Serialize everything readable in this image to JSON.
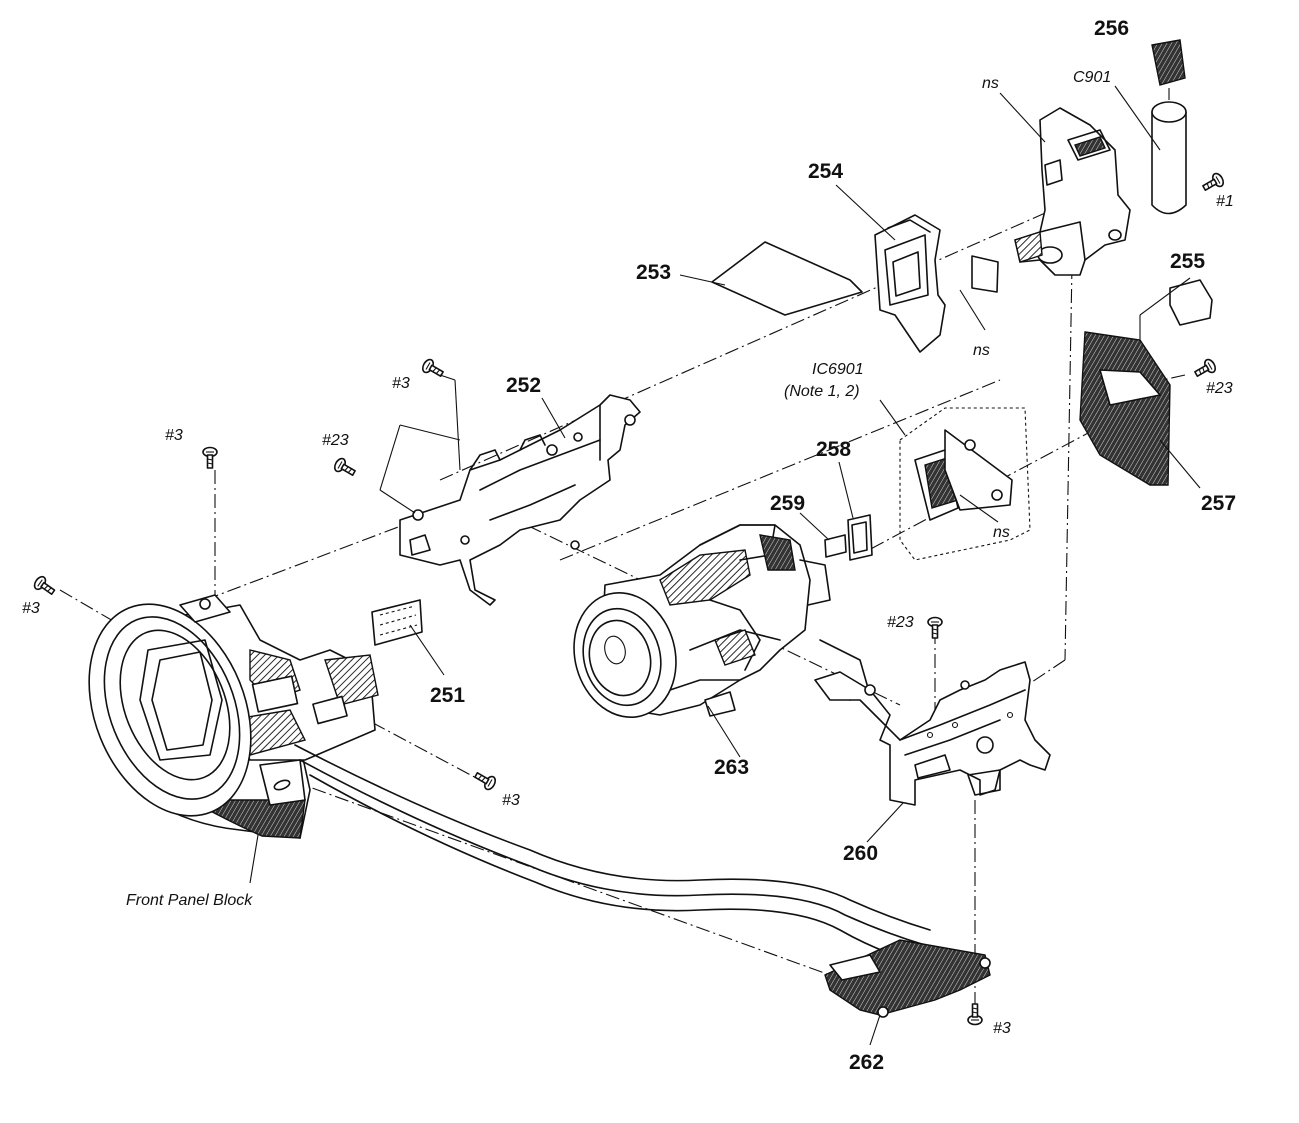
{
  "parts": {
    "p251": "251",
    "p252": "252",
    "p253": "253",
    "p254": "254",
    "p255": "255",
    "p256": "256",
    "p257": "257",
    "p258": "258",
    "p259": "259",
    "p260": "260",
    "p262": "262",
    "p263": "263"
  },
  "screws": {
    "s3_left_top": "#3",
    "s3_left": "#3",
    "s3_mid_top": "#3",
    "s23_mid_top": "#23",
    "s3_mid_bottom": "#3",
    "s23_right_mid": "#23",
    "s23_right_top": "#23",
    "s1_top": "#1",
    "s3_bottom": "#3"
  },
  "labels": {
    "c901": "C901",
    "ns_top": "ns",
    "ns_mid": "ns",
    "ns_ic": "ns",
    "ic6901": "IC6901",
    "note": "(Note 1, 2)",
    "front_panel": "Front Panel Block"
  }
}
